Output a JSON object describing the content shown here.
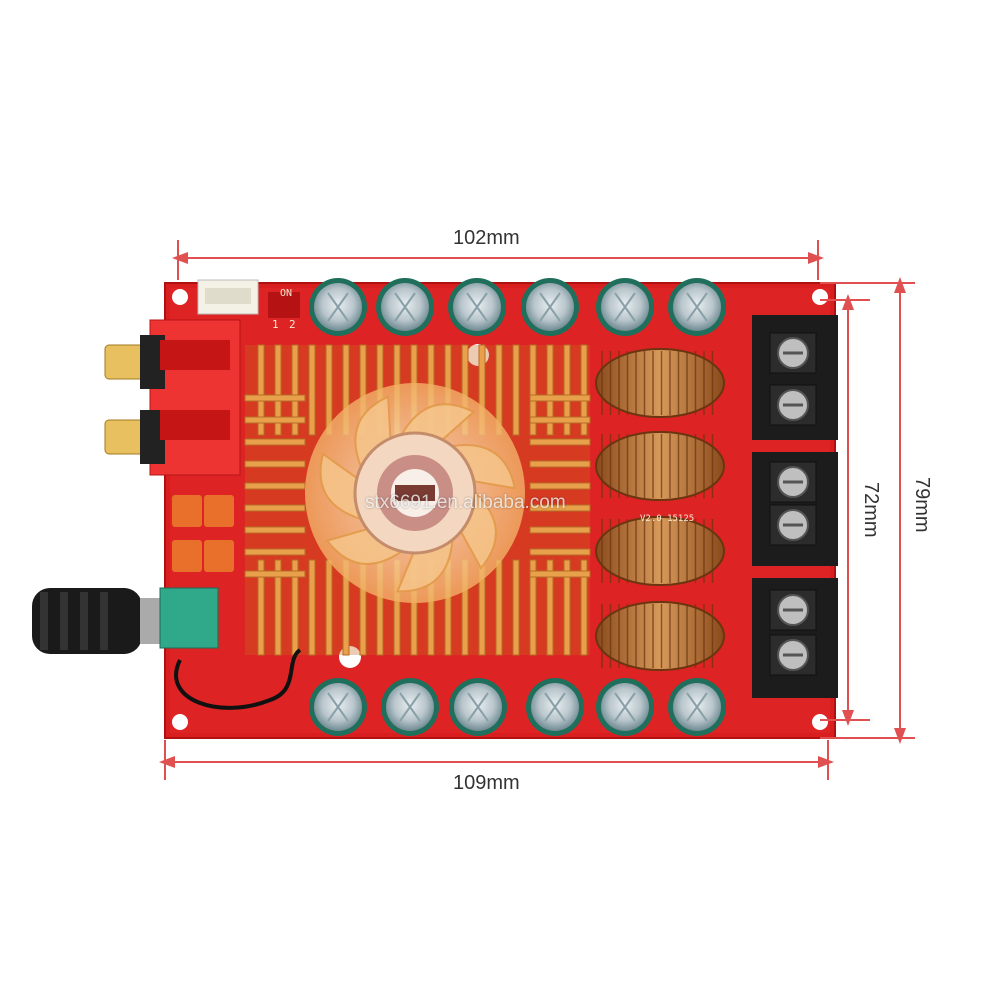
{
  "dimensions": {
    "top_width": "102mm",
    "bottom_width": "109mm",
    "inner_height": "72mm",
    "outer_height": "79mm"
  },
  "watermark": "stx6691.en.alibaba.com",
  "silkscreen": {
    "dip_on": "ON",
    "dip_1": "1",
    "dip_2": "2",
    "board_version": "V2.0 15125"
  },
  "colors": {
    "pcb": "#d81e1e",
    "heatsink": "#e8a04a",
    "terminal": "#1c1c1c",
    "dimension_line": "#e05050"
  },
  "icons": {
    "fan": "cooling-fan-icon",
    "knob": "volume-knob-icon"
  }
}
